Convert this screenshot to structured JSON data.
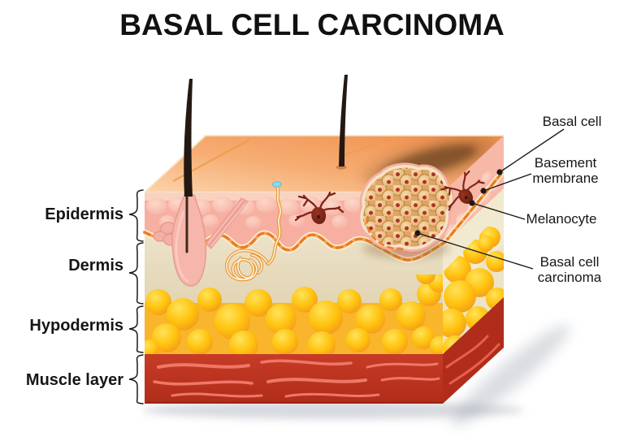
{
  "title": "BASAL CELL CARCINOMA",
  "diagram": {
    "layer_labels": [
      {
        "id": "epidermis",
        "label": "Epidermis"
      },
      {
        "id": "dermis",
        "label": "Dermis"
      },
      {
        "id": "hypodermis",
        "label": "Hypodermis"
      },
      {
        "id": "muscle-layer",
        "label": "Muscle layer"
      }
    ],
    "annotations": [
      {
        "id": "basal-cell",
        "label": "Basal cell"
      },
      {
        "id": "basement-membrane",
        "label": "Basement membrane"
      },
      {
        "id": "melanocyte",
        "label": "Melanocyte"
      },
      {
        "id": "basal-cell-carcinoma",
        "label": "Basal cell carcinoma"
      }
    ],
    "colors": {
      "skin_surface": "#F29B5C",
      "epidermis": "#F6AFA0",
      "dermis": "#E9DEC2",
      "hypodermis_fat": "#FFC20E",
      "muscle": "#BE3420",
      "tumor_cells": "#E3B176",
      "tumor_nuclei": "#AC3425",
      "melanocyte": "#7C2317",
      "basement_membrane": "#E87A22",
      "label_text": "#1A1A1A"
    }
  }
}
